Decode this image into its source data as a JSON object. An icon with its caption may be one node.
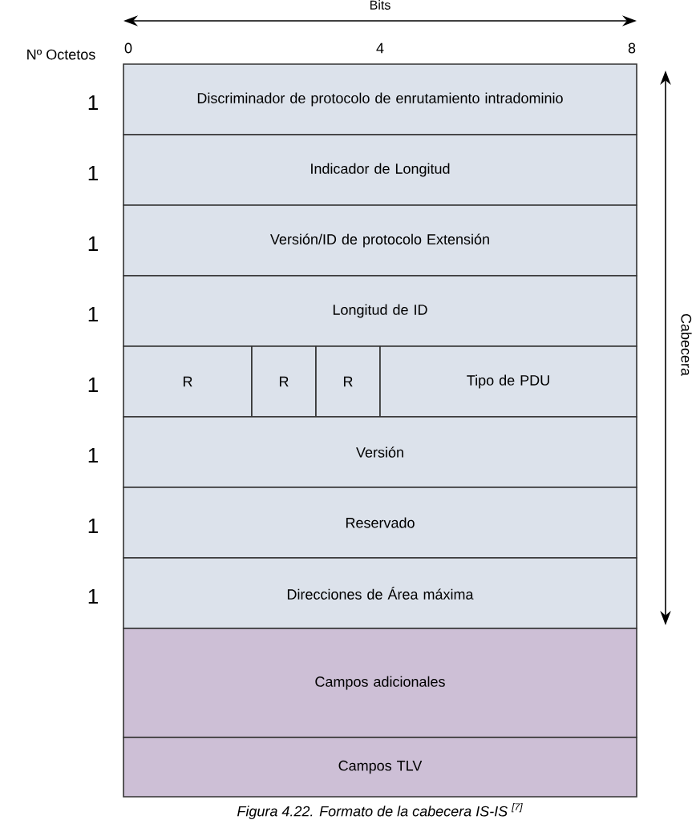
{
  "diagram": {
    "caption": "Figura 4.22. Formato de la cabecera IS-IS $^{[7]}$",
    "nodes": [
      {
        "text": [
          "Discriminador de protocolo de enrutamiento intradominio"
        ]
      },
      {
        "text": [
          "Indicador de Longitud"
        ]
      },
      {
        "text": [
          "Versión/ID de protocolo Extensión"
        ]
      },
      {
        "text": [
          "Longitud de ID"
        ]
      },
      {
        "text": [
          "R"
        ]
      },
      {
        "text": [
          "R"
        ]
      },
      {
        "text": [
          "R"
        ]
      },
      {
        "text": [
          "Tipo de PDU"
        ]
      },
      {
        "text": [
          "Versión"
        ]
      },
      {
        "text": [
          "Reservado"
        ]
      },
      {
        "text": [
          "Direcciones de Área máxima"
        ]
      },
      {
        "text": [
          "Campos adicionales"
        ]
      },
      {
        "text": [
          "Campos TLV"
        ]
      }
    ],
    "edges": [],
    "labels": [
      "Bits",
      "Nº Octetos",
      "0",
      "4",
      "8",
      "1",
      "1",
      "1",
      "1",
      "1",
      "1",
      "1",
      "1",
      "Cabecera"
    ]
  }
}
